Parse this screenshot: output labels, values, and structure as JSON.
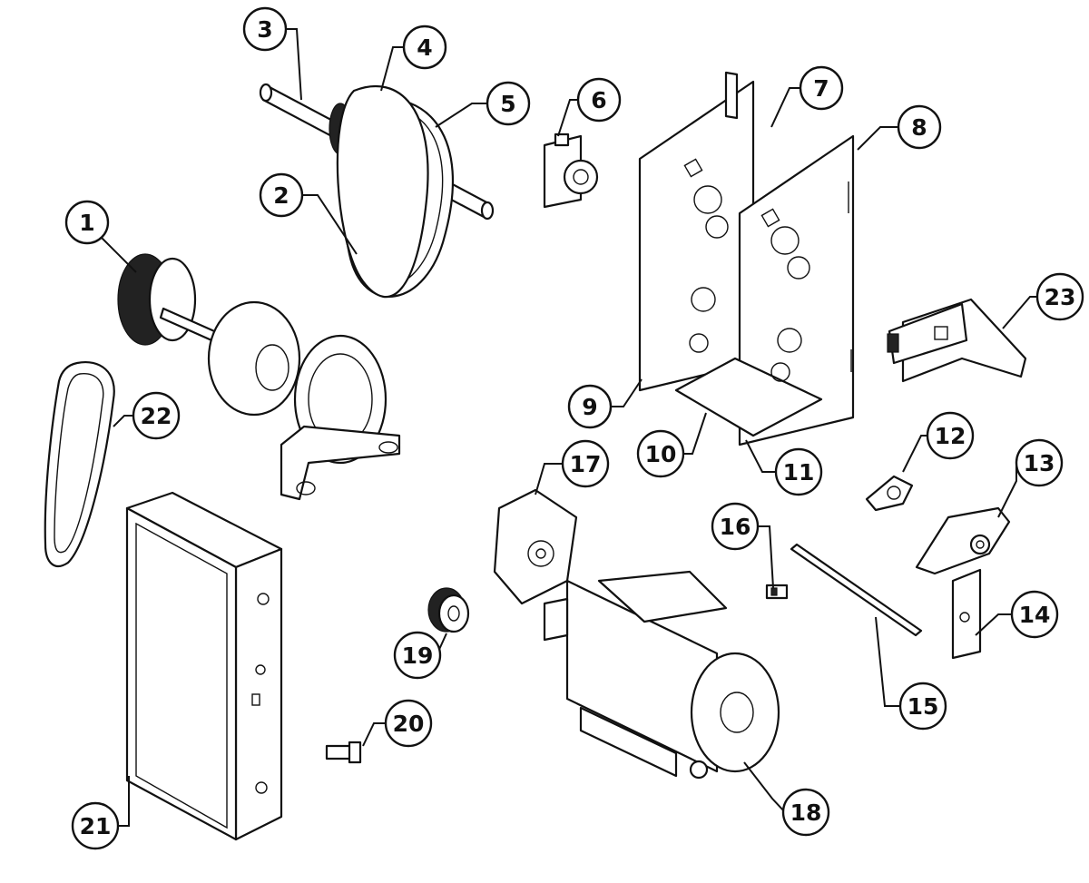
{
  "callouts": [
    {
      "id": "callout-1",
      "label": "1"
    },
    {
      "id": "callout-2",
      "label": "2"
    },
    {
      "id": "callout-3",
      "label": "3"
    },
    {
      "id": "callout-4",
      "label": "4"
    },
    {
      "id": "callout-5",
      "label": "5"
    },
    {
      "id": "callout-6",
      "label": "6"
    },
    {
      "id": "callout-7",
      "label": "7"
    },
    {
      "id": "callout-8",
      "label": "8"
    },
    {
      "id": "callout-9",
      "label": "9"
    },
    {
      "id": "callout-10",
      "label": "10"
    },
    {
      "id": "callout-11",
      "label": "11"
    },
    {
      "id": "callout-12",
      "label": "12"
    },
    {
      "id": "callout-13",
      "label": "13"
    },
    {
      "id": "callout-14",
      "label": "14"
    },
    {
      "id": "callout-15",
      "label": "15"
    },
    {
      "id": "callout-16",
      "label": "16"
    },
    {
      "id": "callout-17",
      "label": "17"
    },
    {
      "id": "callout-18",
      "label": "18"
    },
    {
      "id": "callout-19",
      "label": "19"
    },
    {
      "id": "callout-20",
      "label": "20"
    },
    {
      "id": "callout-21",
      "label": "21"
    },
    {
      "id": "callout-22",
      "label": "22"
    },
    {
      "id": "callout-23",
      "label": "23"
    }
  ],
  "colors": {
    "line": "#111111",
    "background": "#ffffff",
    "shade": "#d9d9d9"
  }
}
